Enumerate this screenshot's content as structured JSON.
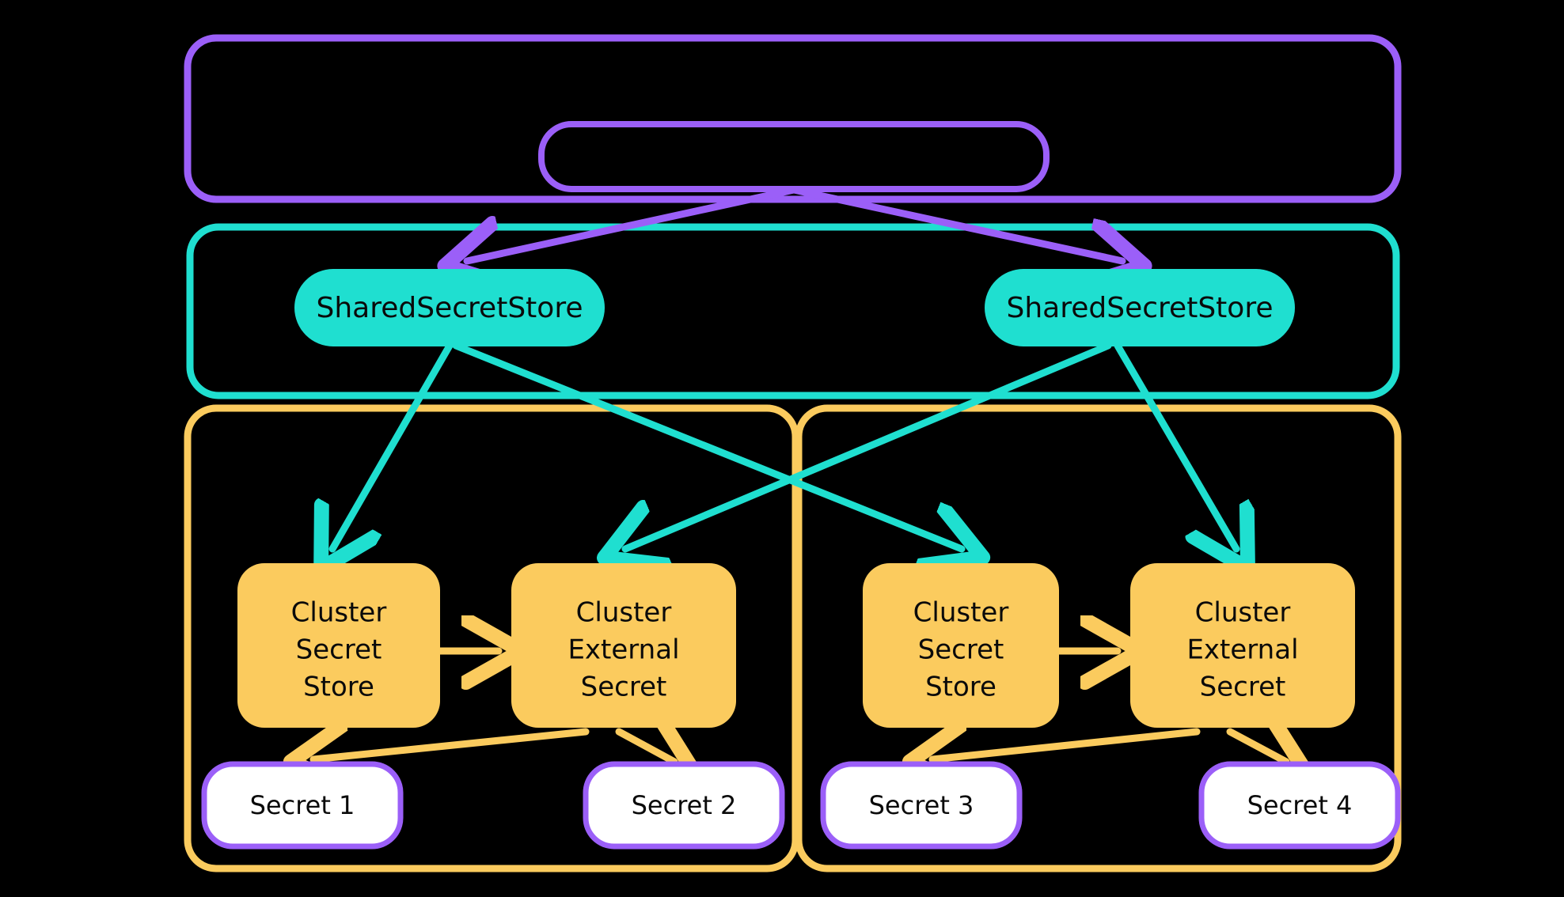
{
  "diagram": {
    "type": "architecture-flow",
    "title": "",
    "background_color": "#000000",
    "palette": {
      "purple": "#9B5FF8",
      "teal": "#1FDFD0",
      "yellow": "#FBCB5E",
      "white": "#FFFFFF",
      "text": "#0A0A0A"
    },
    "containers": [
      {
        "id": "purple-outer",
        "label": "",
        "stroke_color": "#9B5FF8",
        "fill": "none"
      },
      {
        "id": "teal-outer",
        "label": "",
        "stroke_color": "#1FDFD0",
        "fill": "none"
      },
      {
        "id": "yellow-cluster-left",
        "label": "",
        "stroke_color": "#FBCB5E",
        "fill": "none"
      },
      {
        "id": "yellow-cluster-right",
        "label": "",
        "stroke_color": "#FBCB5E",
        "fill": "none"
      }
    ],
    "nodes": {
      "top_inner_box": {
        "label": "",
        "stroke_color": "#9B5FF8",
        "fill": "none"
      },
      "shared_secret_store_left": {
        "label": "SharedSecretStore",
        "fill_color": "#1FDFD0",
        "text_color": "#0A0A0A"
      },
      "shared_secret_store_right": {
        "label": "SharedSecretStore",
        "fill_color": "#1FDFD0",
        "text_color": "#0A0A0A"
      },
      "cluster_secret_store_left": {
        "lines": [
          "Cluster",
          "Secret",
          "Store"
        ],
        "fill_color": "#FBCB5E",
        "text_color": "#0A0A0A"
      },
      "cluster_external_secret_left": {
        "lines": [
          "Cluster",
          "External",
          "Secret"
        ],
        "fill_color": "#FBCB5E",
        "text_color": "#0A0A0A"
      },
      "cluster_secret_store_right": {
        "lines": [
          "Cluster",
          "Secret",
          "Store"
        ],
        "fill_color": "#FBCB5E",
        "text_color": "#0A0A0A"
      },
      "cluster_external_secret_right": {
        "lines": [
          "Cluster",
          "External",
          "Secret"
        ],
        "fill_color": "#FBCB5E",
        "text_color": "#0A0A0A"
      },
      "secret_1": {
        "label": "Secret 1",
        "fill_color": "#FFFFFF",
        "stroke_color": "#9B5FF8",
        "text_color": "#0A0A0A"
      },
      "secret_2": {
        "label": "Secret 2",
        "fill_color": "#FFFFFF",
        "stroke_color": "#9B5FF8",
        "text_color": "#0A0A0A"
      },
      "secret_3": {
        "label": "Secret 3",
        "fill_color": "#FFFFFF",
        "stroke_color": "#9B5FF8",
        "text_color": "#0A0A0A"
      },
      "secret_4": {
        "label": "Secret 4",
        "fill_color": "#FFFFFF",
        "stroke_color": "#9B5FF8",
        "text_color": "#0A0A0A"
      }
    },
    "edges": [
      {
        "from": "top_inner_box",
        "to": "shared_secret_store_left",
        "color": "#9B5FF8",
        "label": ""
      },
      {
        "from": "top_inner_box",
        "to": "shared_secret_store_right",
        "color": "#9B5FF8",
        "label": ""
      },
      {
        "from": "shared_secret_store_left",
        "to": "cluster_secret_store_left",
        "color": "#1FDFD0",
        "label": ""
      },
      {
        "from": "shared_secret_store_left",
        "to": "cluster_secret_store_right",
        "color": "#1FDFD0",
        "label": ""
      },
      {
        "from": "shared_secret_store_right",
        "to": "cluster_external_secret_left",
        "color": "#1FDFD0",
        "label": ""
      },
      {
        "from": "shared_secret_store_right",
        "to": "cluster_external_secret_right",
        "color": "#1FDFD0",
        "label": ""
      },
      {
        "from": "cluster_secret_store_left",
        "to": "cluster_external_secret_left",
        "color": "#FBCB5E",
        "label": ""
      },
      {
        "from": "cluster_secret_store_right",
        "to": "cluster_external_secret_right",
        "color": "#FBCB5E",
        "label": ""
      },
      {
        "from": "cluster_external_secret_left",
        "to": "secret_1",
        "color": "#FBCB5E",
        "label": ""
      },
      {
        "from": "cluster_external_secret_left",
        "to": "secret_2",
        "color": "#FBCB5E",
        "label": ""
      },
      {
        "from": "cluster_external_secret_right",
        "to": "secret_3",
        "color": "#FBCB5E",
        "label": ""
      },
      {
        "from": "cluster_external_secret_right",
        "to": "secret_4",
        "color": "#FBCB5E",
        "label": ""
      }
    ]
  }
}
